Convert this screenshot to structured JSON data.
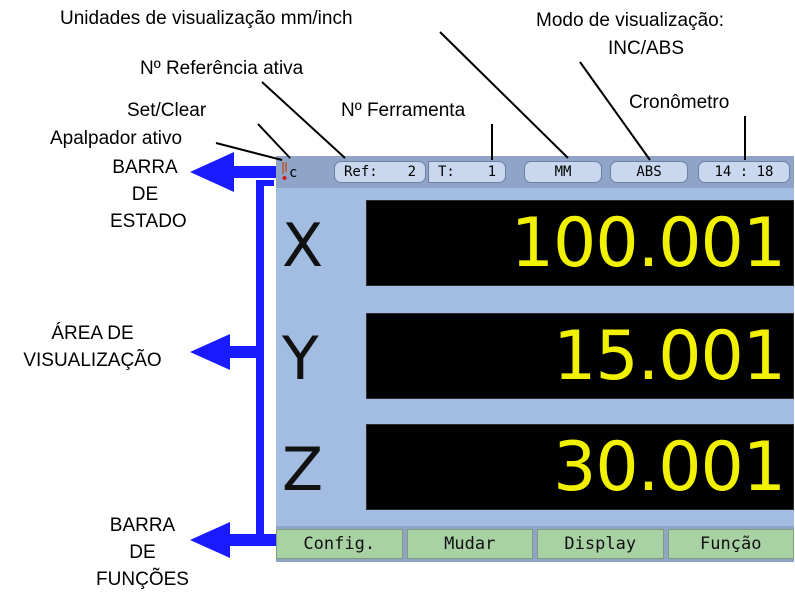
{
  "callouts": {
    "units": "Unidades de visualização mm/inch",
    "mode_line1": "Modo de visualização:",
    "mode_line2": "INC/ABS",
    "ref": "Nº Referência ativa",
    "tool": "Nº Ferramenta",
    "timer": "Cronômetro",
    "set_clear": "Set/Clear",
    "probe": "Apalpador ativo"
  },
  "side_labels": {
    "status_line1": "BARRA DE",
    "status_line2": "ESTADO",
    "display_line1": "ÁREA DE",
    "display_line2": "VISUALIZAÇÃO",
    "function_line1": "BARRA DE",
    "function_line2": "FUNÇÕES"
  },
  "status_bar": {
    "probe_char": "c",
    "ref_label": "Ref:",
    "ref_value": "2",
    "tool_label": "T:",
    "tool_value": "1",
    "units": "MM",
    "mode": "ABS",
    "timer": "14 : 18"
  },
  "axes": [
    {
      "letter": "X",
      "value": "100.001"
    },
    {
      "letter": "Y",
      "value": "15.001"
    },
    {
      "letter": "Z",
      "value": "30.001"
    }
  ],
  "function_bar": [
    "Config.",
    "Mudar",
    "Display",
    "Função"
  ],
  "colors": {
    "screen_bg": "#a3bce1",
    "readout_bg": "#000000",
    "readout_text": "#f2f200",
    "function_button": "#a8d1a4",
    "arrow_blue": "#1a1aff"
  }
}
